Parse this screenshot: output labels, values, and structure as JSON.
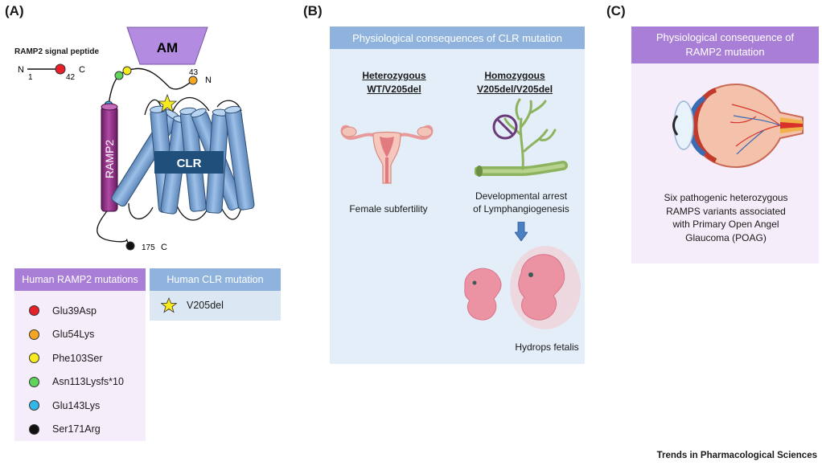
{
  "panels": {
    "a": "(A)",
    "b": "(B)",
    "c": "(C)"
  },
  "panel_a": {
    "signal_title": "RAMP2 signal peptide",
    "signal_n": "N",
    "signal_c": "C",
    "signal_1": "1",
    "signal_42": "42",
    "am_label": "AM",
    "ramp2_label": "RAMP2",
    "clr_label": "CLR",
    "num_43": "43",
    "n_label": "N",
    "num_175": "175",
    "c_label": "C",
    "ramp2_table": {
      "header": "Human RAMP2 mutations",
      "items": [
        {
          "label": "Glu39Asp",
          "color": "#e8202a"
        },
        {
          "label": "Glu54Lys",
          "color": "#f5a623"
        },
        {
          "label": "Phe103Ser",
          "color": "#f7ea1e"
        },
        {
          "label": "Asn113Lysfs*10",
          "color": "#5fd35a"
        },
        {
          "label": "Glu143Lys",
          "color": "#34b6e8"
        },
        {
          "label": "Ser171Arg",
          "color": "#111111"
        }
      ]
    },
    "clr_table": {
      "header": "Human CLR mutation",
      "item": "V205del"
    }
  },
  "panel_b": {
    "header": "Physiological consequences of CLR mutation",
    "het_title_1": "Heterozygous",
    "het_title_2": "WT/V205del",
    "hom_title_1": "Homozygous",
    "hom_title_2": "V205del/V205del",
    "female": "Female subfertility",
    "dev_1": "Developmental arrest",
    "dev_2": "of Lymphangiogenesis",
    "hydrops": "Hydrops fetalis"
  },
  "panel_c": {
    "header_1": "Physiological consequence of",
    "header_2": "RAMP2 mutation",
    "text_1": "Six pathogenic heterozygous",
    "text_2": "RAMPS variants associated",
    "text_3": "with Primary Open Angel",
    "text_4": "Glaucoma (POAG)"
  },
  "footer": "Trends in Pharmacological Sciences",
  "colors": {
    "am": "#b38be0",
    "ramp2": "#9a2a8e",
    "clr_helix": "#7fa8d8",
    "clr_box": "#1f4f7a",
    "ramp2_header": "#a97ed6",
    "ramp2_body": "#f5eefa",
    "clr_header": "#8fb3dd",
    "clr_body": "#dbe8f4",
    "panel_b_bg": "#e4eef8",
    "panel_b_header": "#8fb3dd",
    "panel_c_header": "#a97ed6"
  }
}
